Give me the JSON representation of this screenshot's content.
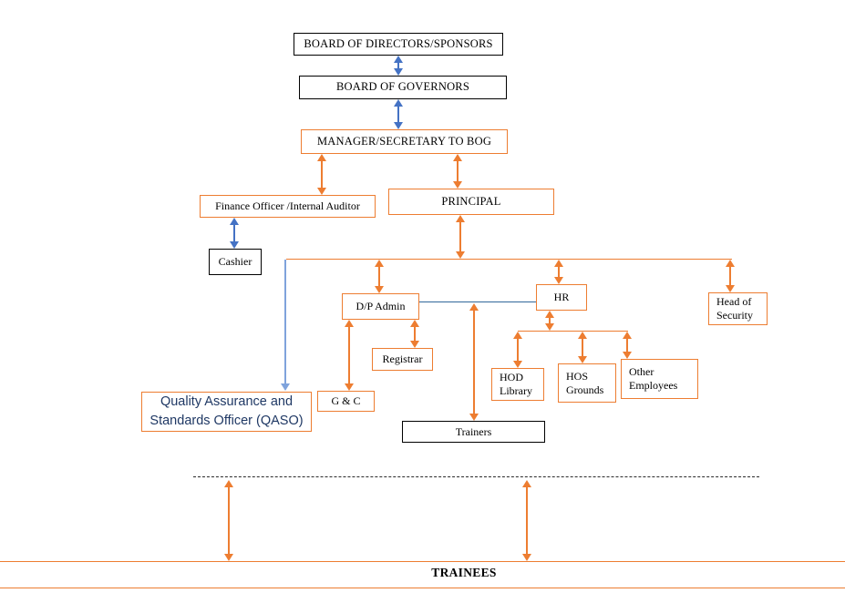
{
  "title": "Institution Organisational Structure Chart",
  "colors": {
    "orange": "#ED7D31",
    "blue": "#4472C4",
    "light_blue": "#7FA3DC",
    "steel_blue": "#31679B",
    "qaso_text": "#1F3864",
    "box_black": "#000000"
  },
  "nodes": {
    "board_directors": {
      "label": "BOARD OF DIRECTORS/SPONSORS"
    },
    "board_governors": {
      "label": "BOARD OF GOVERNORS"
    },
    "manager_bog": {
      "label": "MANAGER/SECRETARY  TO BOG"
    },
    "finance_officer": {
      "label": "Finance Officer /Internal Auditor"
    },
    "principal": {
      "label": "PRINCIPAL"
    },
    "cashier": {
      "label": "Cashier"
    },
    "dp_admin": {
      "label": "D/P Admin"
    },
    "hr": {
      "label": "HR"
    },
    "head_security": {
      "label": "Head of\nSecurity"
    },
    "registrar": {
      "label": "Registrar"
    },
    "hod_library": {
      "label": "HOD\nLibrary"
    },
    "hos_grounds": {
      "label": "HOS\nGrounds"
    },
    "other_employees": {
      "label": "Other\nEmployees"
    },
    "qaso": {
      "label": "Quality Assurance and\nStandards Officer (QASO)"
    },
    "g_and_c": {
      "label": "G & C"
    },
    "trainers": {
      "label": "Trainers"
    },
    "trainees": {
      "label": "TRAINEES"
    }
  }
}
